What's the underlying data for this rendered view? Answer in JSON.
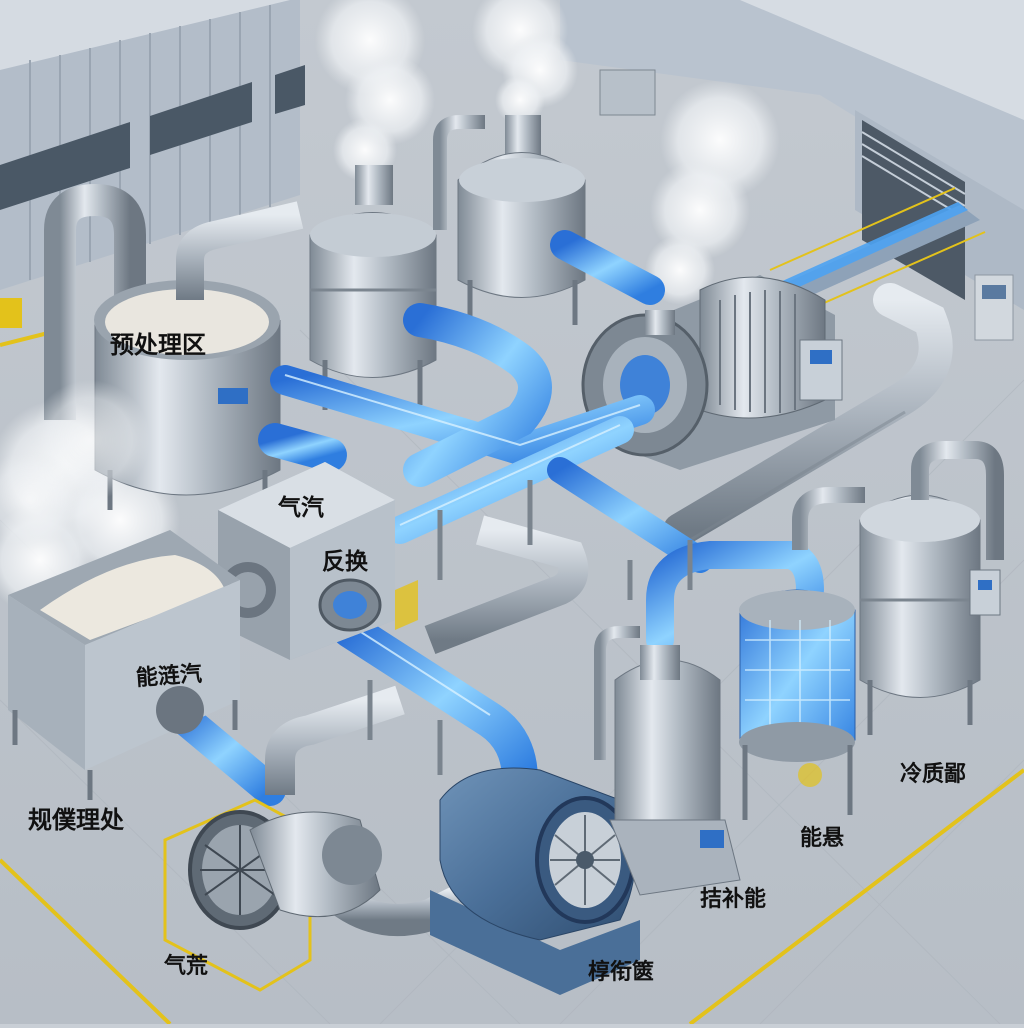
{
  "labels": {
    "pretreatment": "预处理区",
    "steam_top": "气汽",
    "steam_bottom": "反换",
    "energy_steam": "能涟汽",
    "scale_treatment": "规僕理处",
    "gas": "气荒",
    "compressor": "椁衔篋",
    "tech_energy": "拮补能",
    "energy_hang": "能悬",
    "cold_quality": "冷质鄙"
  },
  "colors": {
    "floor": "#c9cfd6",
    "building": "#b9c3cf",
    "steel": "#a9b3bd",
    "glow_pipe": "#3f8fe8",
    "glow_core": "#9fd8ff",
    "safety_line": "#e3c21b",
    "steam": "#f2f4f6"
  },
  "icons": [
    "steam-plume",
    "glowing-pipe",
    "fan-blower",
    "storage-tank",
    "heat-exchanger",
    "control-panel"
  ]
}
